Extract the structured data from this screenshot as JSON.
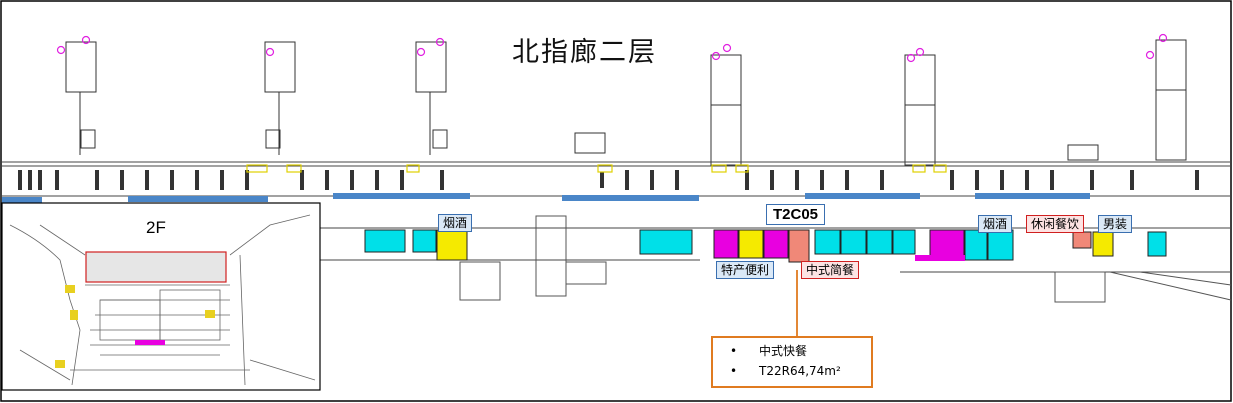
{
  "title": "北指廊二层",
  "inset": {
    "label": "2F"
  },
  "unit_code": "T2C05",
  "labels": {
    "tobacco_wine_1": "烟酒",
    "tobacco_wine_2": "烟酒",
    "leisure_dining": "休闲餐饮",
    "menswear": "男装",
    "specialty_store": "特产便利",
    "chinese_simple_meal": "中式简餐"
  },
  "info": {
    "bullet": "•",
    "item1": "中式快餐",
    "item2": "T22R64,74m²"
  },
  "colors": {
    "cyan": "#00e0e8",
    "magenta": "#e800e0",
    "yellow": "#f5ea00",
    "salmon": "#f08878",
    "corridor_blue": "#4a86c8",
    "callout_orange": "#e07b20",
    "inset_red": "#d02020"
  }
}
